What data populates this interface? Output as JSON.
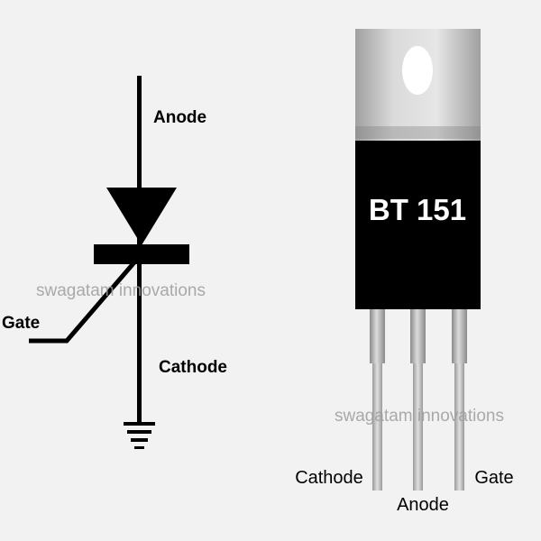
{
  "symbol": {
    "anode_label": "Anode",
    "gate_label": "Gate",
    "cathode_label": "Cathode",
    "watermark": "swagatam innovations"
  },
  "package": {
    "part_number": "BT 151",
    "watermark": "swagatam innovations",
    "pins": [
      {
        "label": "Cathode"
      },
      {
        "label": "Anode"
      },
      {
        "label": "Gate"
      }
    ]
  },
  "colors": {
    "background": "#f2f2f2",
    "ink": "#000000",
    "tab_light": "#dadada",
    "tab_dark": "#a0a0a0",
    "lead_light": "#dcdcdc",
    "lead_dark": "#8a8a8a",
    "part_number_text": "#ffffff",
    "watermark": "#9c9c9c"
  }
}
